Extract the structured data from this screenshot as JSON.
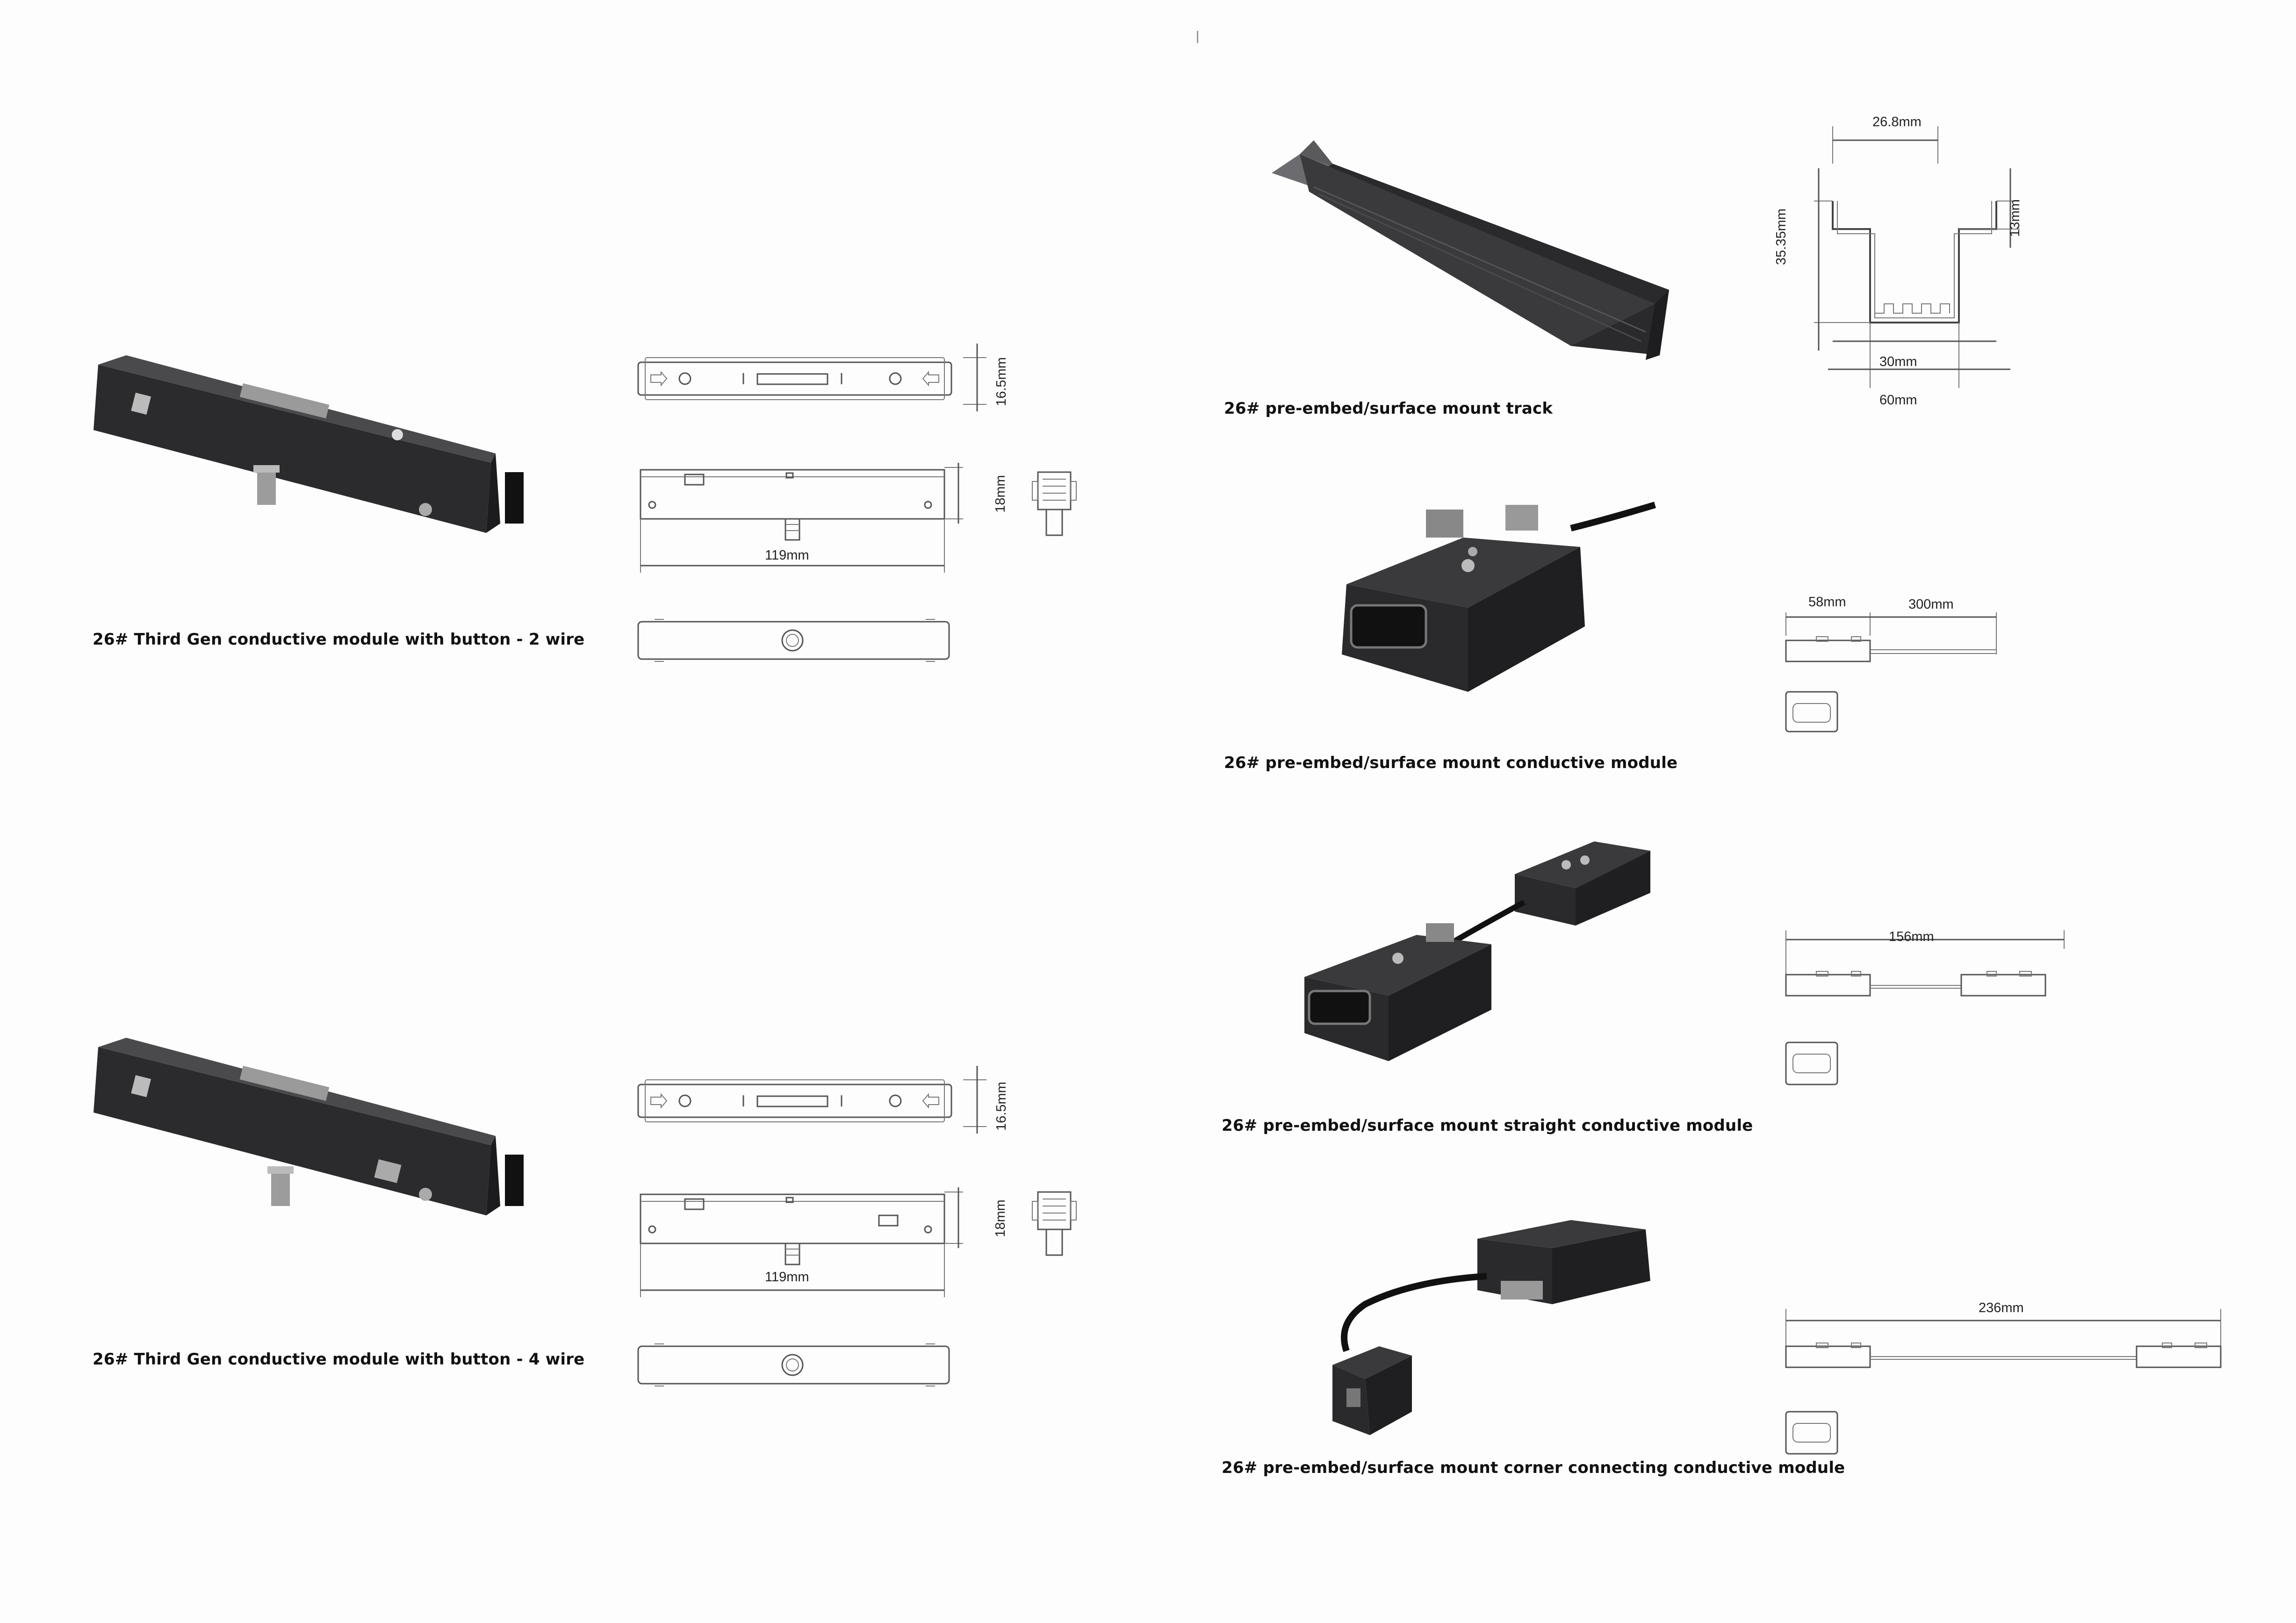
{
  "products": [
    {
      "caption": "26# Third Gen conductive module with button - 2 wire",
      "dims": {
        "height_top": "16.5mm",
        "height_side": "18mm",
        "length": "119mm"
      }
    },
    {
      "caption": "26# Third Gen conductive module with button - 4 wire",
      "dims": {
        "height_top": "16.5mm",
        "height_side": "18mm",
        "length": "119mm"
      }
    },
    {
      "caption": "26# pre-embed/surface mount track",
      "dims": {
        "top_width": "26.8mm",
        "depth": "35.35mm",
        "lip": "13mm",
        "inner_width": "30mm",
        "outer_width": "60mm"
      }
    },
    {
      "caption": "26# pre-embed/surface mount conductive module",
      "dims": {
        "body": "58mm",
        "cable": "300mm"
      }
    },
    {
      "caption": "26# pre-embed/surface mount straight conductive module",
      "dims": {
        "overall": "156mm"
      }
    },
    {
      "caption": "26# pre-embed/surface mount corner connecting conductive module",
      "dims": {
        "overall": "236mm"
      }
    }
  ],
  "colors": {
    "product_body": "#2b2b2d",
    "line": "#555555",
    "text": "#111111"
  }
}
